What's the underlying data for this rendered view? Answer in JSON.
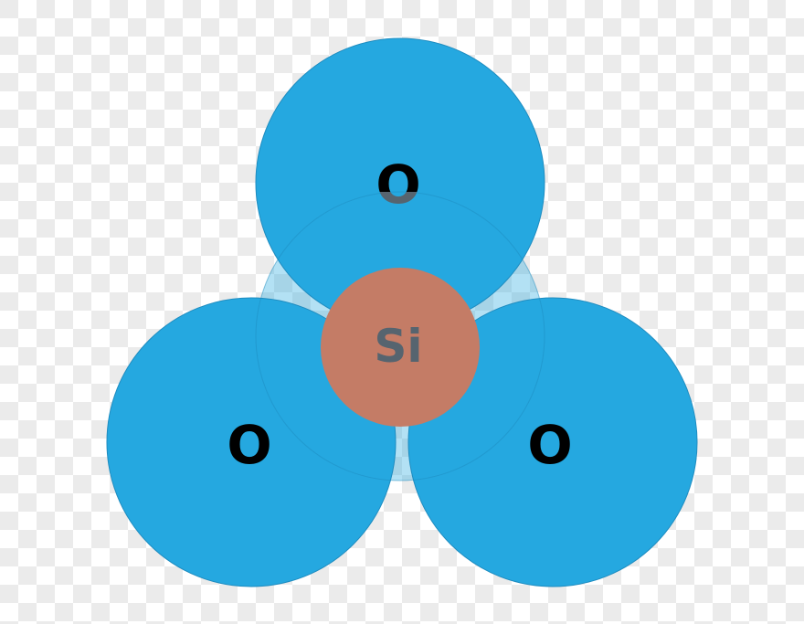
{
  "atoms": {
    "center": {
      "label": "Si",
      "color": "#c47c66",
      "label_color": "#56646f"
    },
    "top": {
      "label": "O",
      "color": "#25a8e0"
    },
    "bottom_left": {
      "label": "O",
      "color": "#25a8e0"
    },
    "bottom_right": {
      "label": "O",
      "color": "#25a8e0"
    },
    "back": {
      "color": "#25a8e0"
    }
  }
}
